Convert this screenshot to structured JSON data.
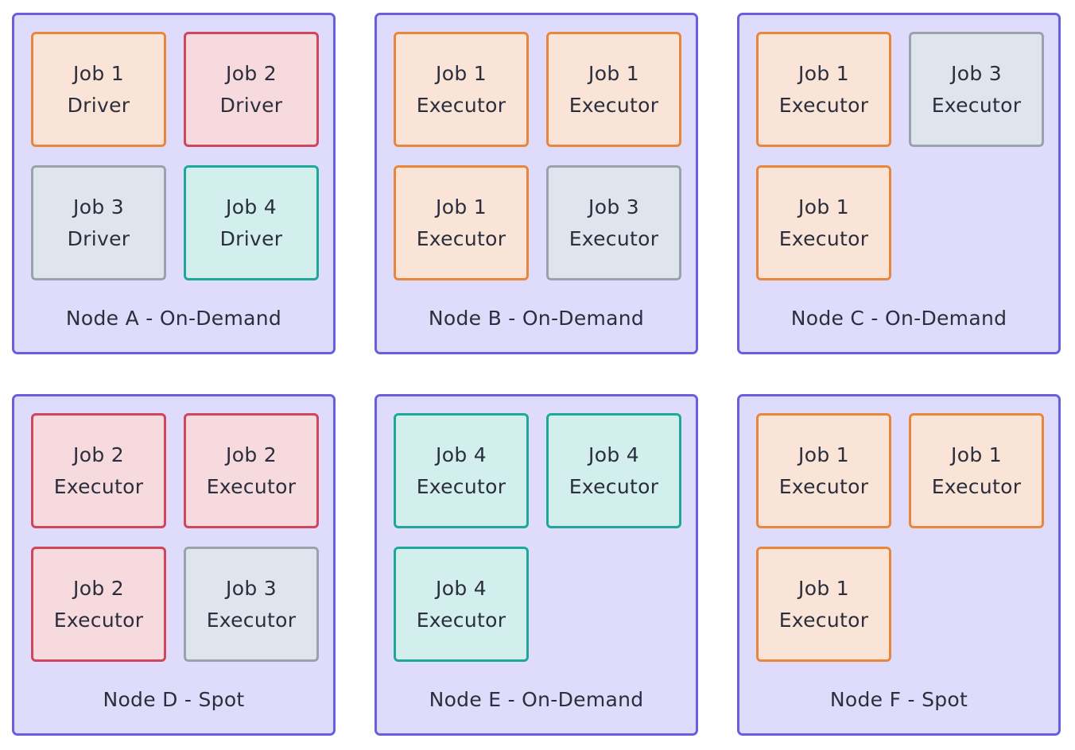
{
  "nodes": [
    {
      "label": "Node A - On-Demand",
      "tasks": [
        {
          "job": "Job 1",
          "role": "Driver"
        },
        {
          "job": "Job 2",
          "role": "Driver"
        },
        {
          "job": "Job 3",
          "role": "Driver"
        },
        {
          "job": "Job 4",
          "role": "Driver"
        }
      ]
    },
    {
      "label": "Node B - On-Demand",
      "tasks": [
        {
          "job": "Job 1",
          "role": "Executor"
        },
        {
          "job": "Job 1",
          "role": "Executor"
        },
        {
          "job": "Job 1",
          "role": "Executor"
        },
        {
          "job": "Job 3",
          "role": "Executor"
        }
      ]
    },
    {
      "label": "Node C - On-Demand",
      "tasks": [
        {
          "job": "Job 1",
          "role": "Executor"
        },
        {
          "job": "Job 3",
          "role": "Executor"
        },
        {
          "job": "Job 1",
          "role": "Executor"
        }
      ]
    },
    {
      "label": "Node D - Spot",
      "tasks": [
        {
          "job": "Job 2",
          "role": "Executor"
        },
        {
          "job": "Job 2",
          "role": "Executor"
        },
        {
          "job": "Job 2",
          "role": "Executor"
        },
        {
          "job": "Job 3",
          "role": "Executor"
        }
      ]
    },
    {
      "label": "Node E - On-Demand",
      "tasks": [
        {
          "job": "Job 4",
          "role": "Executor"
        },
        {
          "job": "Job 4",
          "role": "Executor"
        },
        {
          "job": "Job 4",
          "role": "Executor"
        }
      ]
    },
    {
      "label": "Node F - Spot",
      "tasks": [
        {
          "job": "Job 1",
          "role": "Executor"
        },
        {
          "job": "Job 1",
          "role": "Executor"
        },
        {
          "job": "Job 1",
          "role": "Executor"
        }
      ]
    }
  ],
  "colors": {
    "node_border": "#6b5fe0",
    "node_fill": "#dedcfa",
    "job1_border": "#e8873c",
    "job1_fill": "#fae4d7",
    "job2_border": "#d0465a",
    "job2_fill": "#f7dade",
    "job3_border": "#9aa3ad",
    "job3_fill": "#e0e4ec",
    "job4_border": "#1fa898",
    "job4_fill": "#d2efed",
    "text": "#2a2e3d"
  }
}
